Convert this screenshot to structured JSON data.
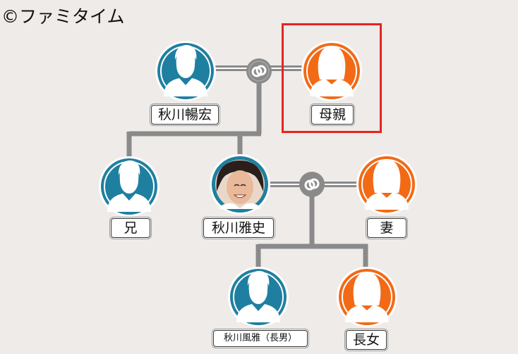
{
  "copyright": "©ファミタイム",
  "people": {
    "father": {
      "name": "秋川暢宏",
      "gender": "male"
    },
    "mother": {
      "name": "母親",
      "gender": "female",
      "highlighted": true
    },
    "brother": {
      "name": "兄",
      "gender": "male"
    },
    "self": {
      "name": "秋川雅史",
      "gender": "male",
      "photo": true
    },
    "wife": {
      "name": "妻",
      "gender": "female"
    },
    "son": {
      "name": "秋川風雅（長男）",
      "gender": "male"
    },
    "daughter": {
      "name": "長女",
      "gender": "female"
    }
  },
  "colors": {
    "male": "#1f7fa0",
    "female": "#f26a16",
    "line": "#8a8a8a",
    "highlight": "#e8231f",
    "background": "#eeebe8"
  },
  "icons": {
    "marriage": "ring-link-icon",
    "male": "male-silhouette-icon",
    "female": "female-silhouette-icon"
  }
}
